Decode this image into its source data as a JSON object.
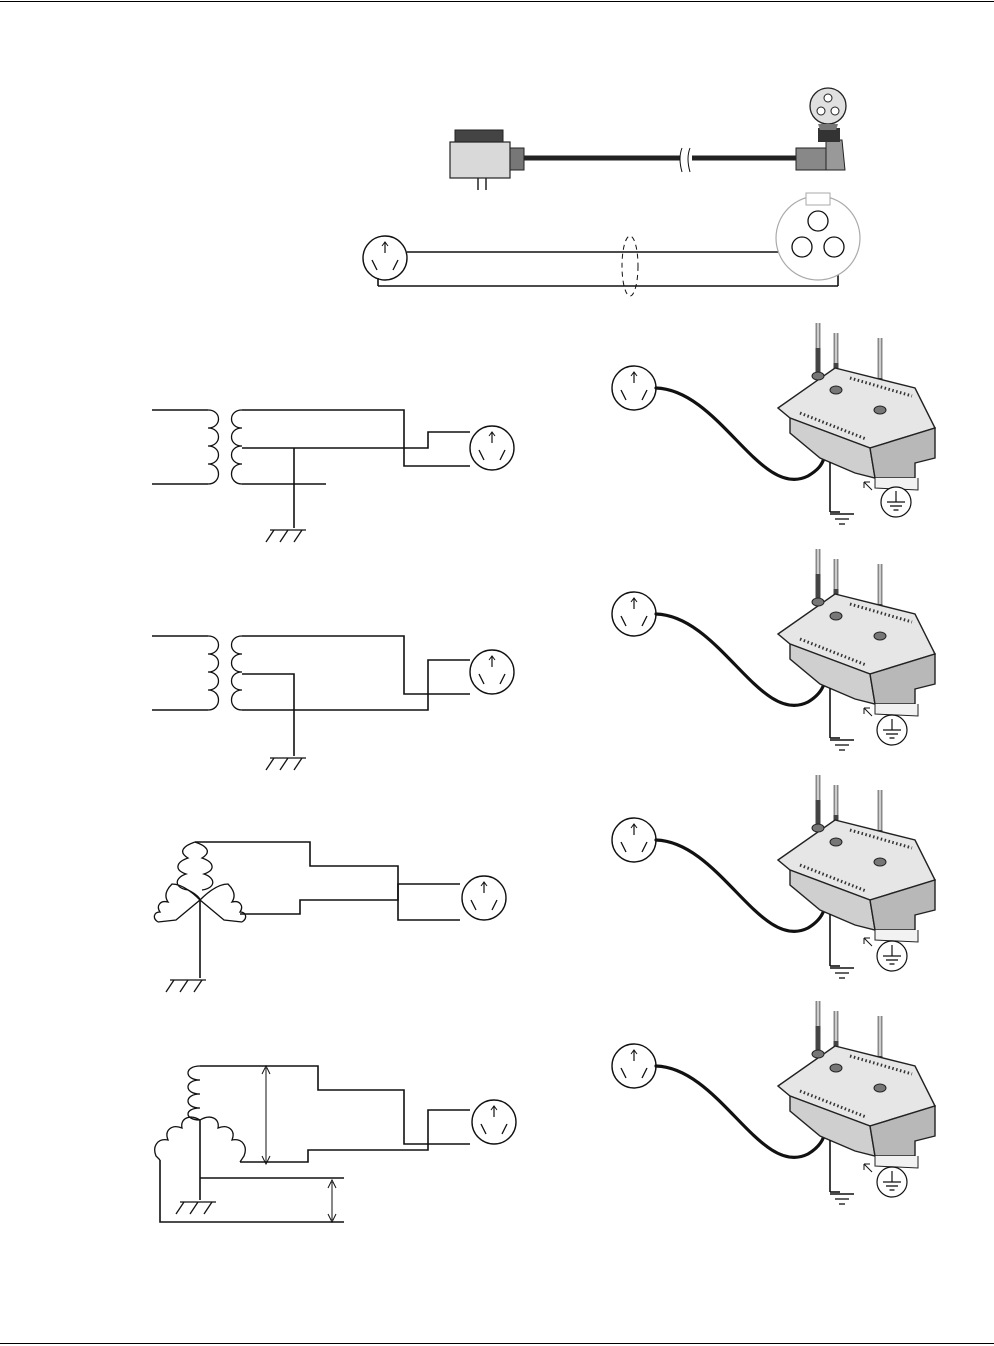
{
  "document": {
    "header_rule": true,
    "footer_rule": true
  },
  "icons": {
    "plug": "power-plug-icon",
    "connector": "circular-3pin-connector-icon",
    "outlet": "nema-outlet-icon",
    "charger": "battery-charger-icon",
    "ground": "earth-ground-icon",
    "protective_earth": "protective-earth-icon",
    "chassis_ground": "chassis-ground-icon",
    "transformer": "transformer-icon"
  },
  "figures": [
    {
      "id": "cable-assembly"
    },
    {
      "id": "single-phase-center-tap"
    },
    {
      "id": "single-phase-end-ground"
    },
    {
      "id": "three-phase-wye"
    },
    {
      "id": "three-phase-delta"
    }
  ]
}
